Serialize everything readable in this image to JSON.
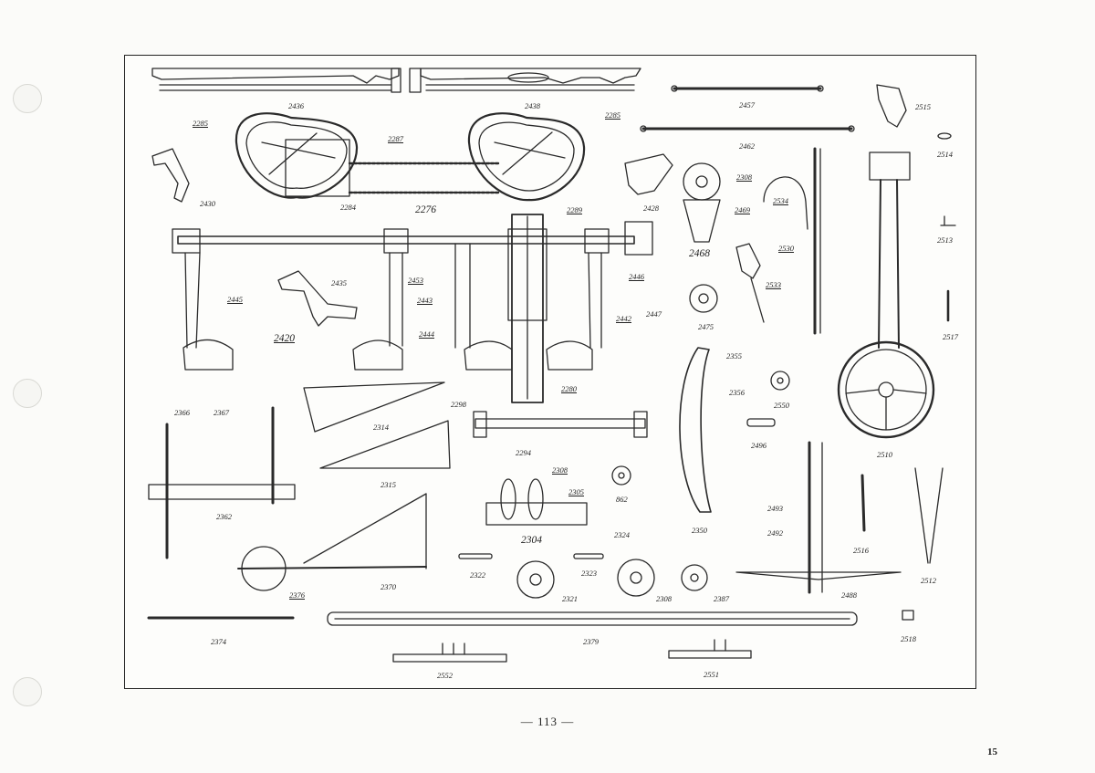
{
  "page": {
    "number": "— 113 —",
    "sheet": "15"
  },
  "parts": [
    {
      "id": "p2436",
      "text": "2436"
    },
    {
      "id": "p2438",
      "text": "2438"
    },
    {
      "id": "p2457",
      "text": "2457"
    },
    {
      "id": "p2515",
      "text": "2515"
    },
    {
      "id": "p2285a",
      "text": "2285"
    },
    {
      "id": "p2285b",
      "text": "2285"
    },
    {
      "id": "p2287",
      "text": "2287"
    },
    {
      "id": "p2462",
      "text": "2462"
    },
    {
      "id": "p2514",
      "text": "2514"
    },
    {
      "id": "p2430",
      "text": "2430"
    },
    {
      "id": "p2284",
      "text": "2284"
    },
    {
      "id": "p2276",
      "text": "2276"
    },
    {
      "id": "p2289",
      "text": "2289"
    },
    {
      "id": "p2428",
      "text": "2428"
    },
    {
      "id": "p2308a",
      "text": "2308"
    },
    {
      "id": "p2469",
      "text": "2469"
    },
    {
      "id": "p2534",
      "text": "2534"
    },
    {
      "id": "p2468",
      "text": "2468"
    },
    {
      "id": "p2513",
      "text": "2513"
    },
    {
      "id": "p2530",
      "text": "2530"
    },
    {
      "id": "p2435",
      "text": "2435"
    },
    {
      "id": "p2453",
      "text": "2453"
    },
    {
      "id": "p2446",
      "text": "2446"
    },
    {
      "id": "p2533",
      "text": "2533"
    },
    {
      "id": "p2445",
      "text": "2445"
    },
    {
      "id": "p2443",
      "text": "2443"
    },
    {
      "id": "p2447",
      "text": "2447"
    },
    {
      "id": "p2442",
      "text": "2442"
    },
    {
      "id": "p2517",
      "text": "2517"
    },
    {
      "id": "p2475",
      "text": "2475"
    },
    {
      "id": "p2420",
      "text": "2420"
    },
    {
      "id": "p2444",
      "text": "2444"
    },
    {
      "id": "p2355",
      "text": "2355"
    },
    {
      "id": "p2356",
      "text": "2356"
    },
    {
      "id": "p2280",
      "text": "2280"
    },
    {
      "id": "p2366",
      "text": "2366"
    },
    {
      "id": "p2367",
      "text": "2367"
    },
    {
      "id": "p2298",
      "text": "2298"
    },
    {
      "id": "p2550",
      "text": "2550"
    },
    {
      "id": "p2314",
      "text": "2314"
    },
    {
      "id": "p2496",
      "text": "2496"
    },
    {
      "id": "p2294",
      "text": "2294"
    },
    {
      "id": "p2510",
      "text": "2510"
    },
    {
      "id": "p2308b",
      "text": "2308"
    },
    {
      "id": "p2315",
      "text": "2315"
    },
    {
      "id": "p2305",
      "text": "2305"
    },
    {
      "id": "p862",
      "text": "862"
    },
    {
      "id": "p2493",
      "text": "2493"
    },
    {
      "id": "p2362",
      "text": "2362"
    },
    {
      "id": "p2350",
      "text": "2350"
    },
    {
      "id": "p2492",
      "text": "2492"
    },
    {
      "id": "p2324",
      "text": "2324"
    },
    {
      "id": "p2304",
      "text": "2304"
    },
    {
      "id": "p2516",
      "text": "2516"
    },
    {
      "id": "p2512",
      "text": "2512"
    },
    {
      "id": "p2322",
      "text": "2322"
    },
    {
      "id": "p2323",
      "text": "2323"
    },
    {
      "id": "p2370",
      "text": "2370"
    },
    {
      "id": "p2376",
      "text": "2376"
    },
    {
      "id": "p2488",
      "text": "2488"
    },
    {
      "id": "p2321",
      "text": "2321"
    },
    {
      "id": "p2308c",
      "text": "2308"
    },
    {
      "id": "p2387",
      "text": "2387"
    },
    {
      "id": "p2374",
      "text": "2374"
    },
    {
      "id": "p2379",
      "text": "2379"
    },
    {
      "id": "p2518",
      "text": "2518"
    },
    {
      "id": "p2552",
      "text": "2552"
    },
    {
      "id": "p2551",
      "text": "2551"
    }
  ]
}
